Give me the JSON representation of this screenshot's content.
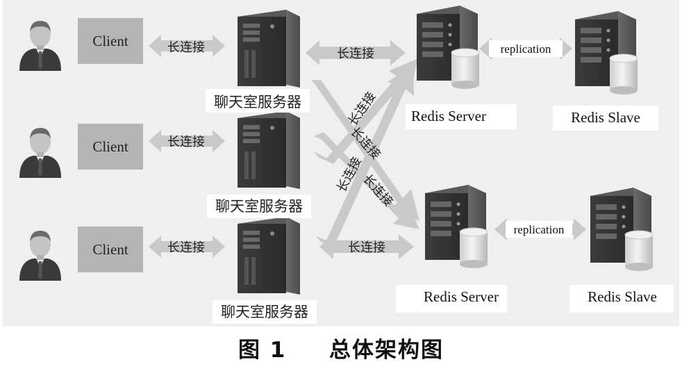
{
  "clients": [
    {
      "label": "Client"
    },
    {
      "label": "Client"
    },
    {
      "label": "Client"
    }
  ],
  "chat_servers": [
    {
      "label": "聊天室服务器"
    },
    {
      "label": "聊天室服务器"
    },
    {
      "label": "聊天室服务器"
    }
  ],
  "redis_servers": [
    {
      "label": "Redis Server"
    },
    {
      "label": "Redis Server"
    }
  ],
  "redis_slaves": [
    {
      "label": "Redis Slave"
    },
    {
      "label": "Redis Slave"
    }
  ],
  "connections": {
    "client_to_server": [
      "长连接",
      "长连接",
      "长连接"
    ],
    "server_to_redis": [
      "长连接",
      "长连接"
    ],
    "cross": [
      "长连接",
      "长连接",
      "长连接",
      "长连接"
    ],
    "replication": [
      "replication",
      "replication"
    ]
  },
  "caption": {
    "figure_number": "图 1",
    "title": "总体架构图"
  }
}
